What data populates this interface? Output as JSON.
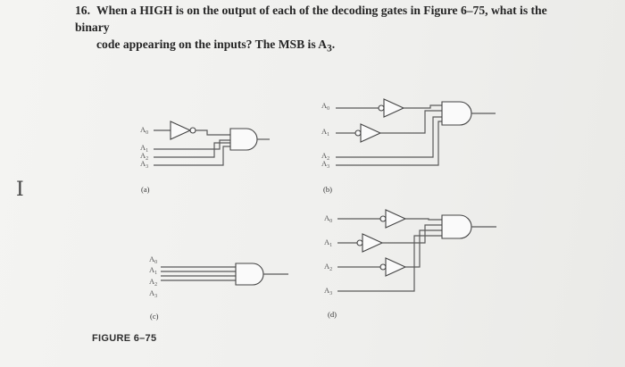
{
  "question": {
    "number": "16.",
    "line1": "When a HIGH is on the output of each of the decoding gates in Figure 6–75, what is the binary",
    "line2": "code appearing on the inputs? The MSB is A",
    "line2_sub": "3",
    "line2_end": "."
  },
  "figure": {
    "label": "FIGURE 6–75",
    "inputs": {
      "a0": "A",
      "a1": "A",
      "a2": "A",
      "a3": "A",
      "s0": "0",
      "s1": "1",
      "s2": "2",
      "s3": "3"
    },
    "captions": {
      "a": "(a)",
      "b": "(b)",
      "c": "(c)",
      "d": "(d)"
    }
  },
  "cursor_glyph": "I"
}
